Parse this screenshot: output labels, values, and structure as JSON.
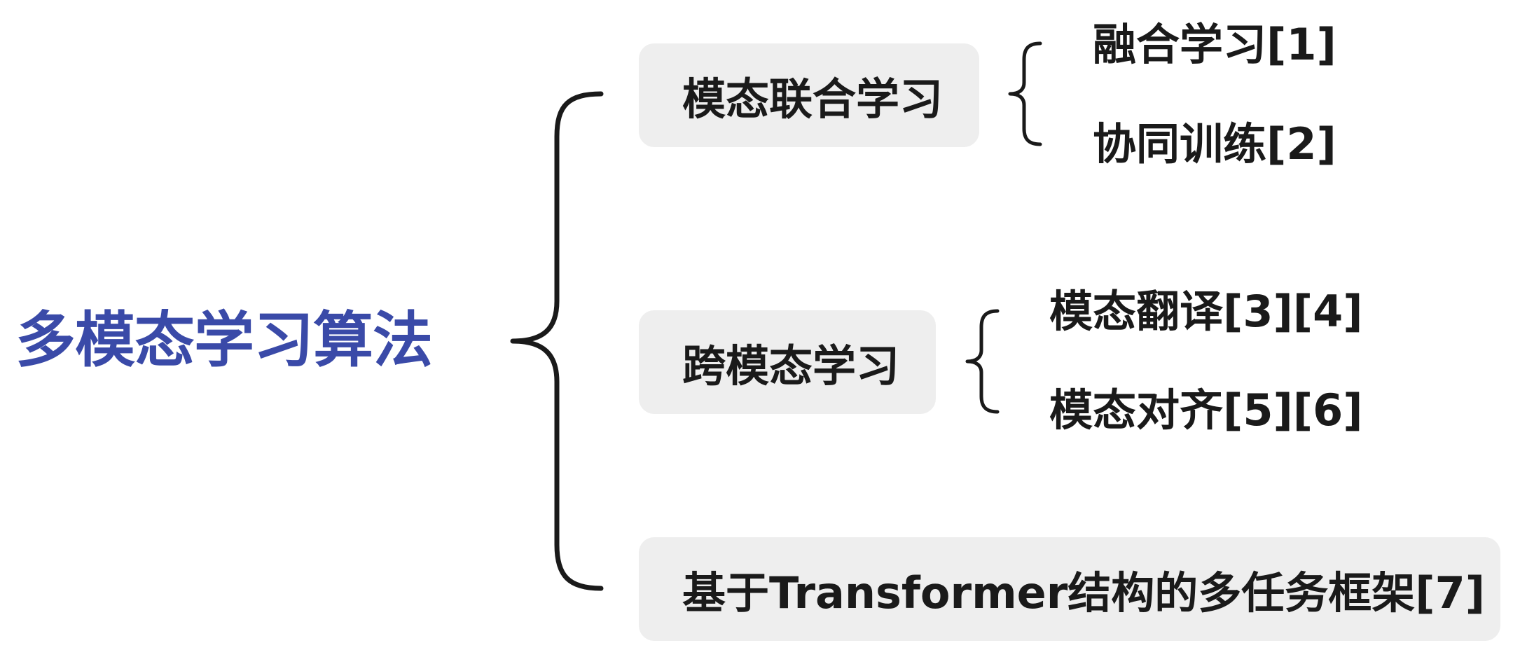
{
  "colors": {
    "root_text": "#3a4aa8",
    "text": "#1a1a1a",
    "box_bg": "#eeeeee",
    "brace": "#1a1a1a"
  },
  "root": {
    "label": "多模态学习算法"
  },
  "branches": [
    {
      "label": "模态联合学习",
      "children": [
        "融合学习[1]",
        "协同训练[2]"
      ]
    },
    {
      "label": "跨模态学习",
      "children": [
        "模态翻译[3][4]",
        "模态对齐[5][6]"
      ]
    },
    {
      "label": "基于Transformer结构的多任务框架[7]",
      "children": []
    }
  ]
}
